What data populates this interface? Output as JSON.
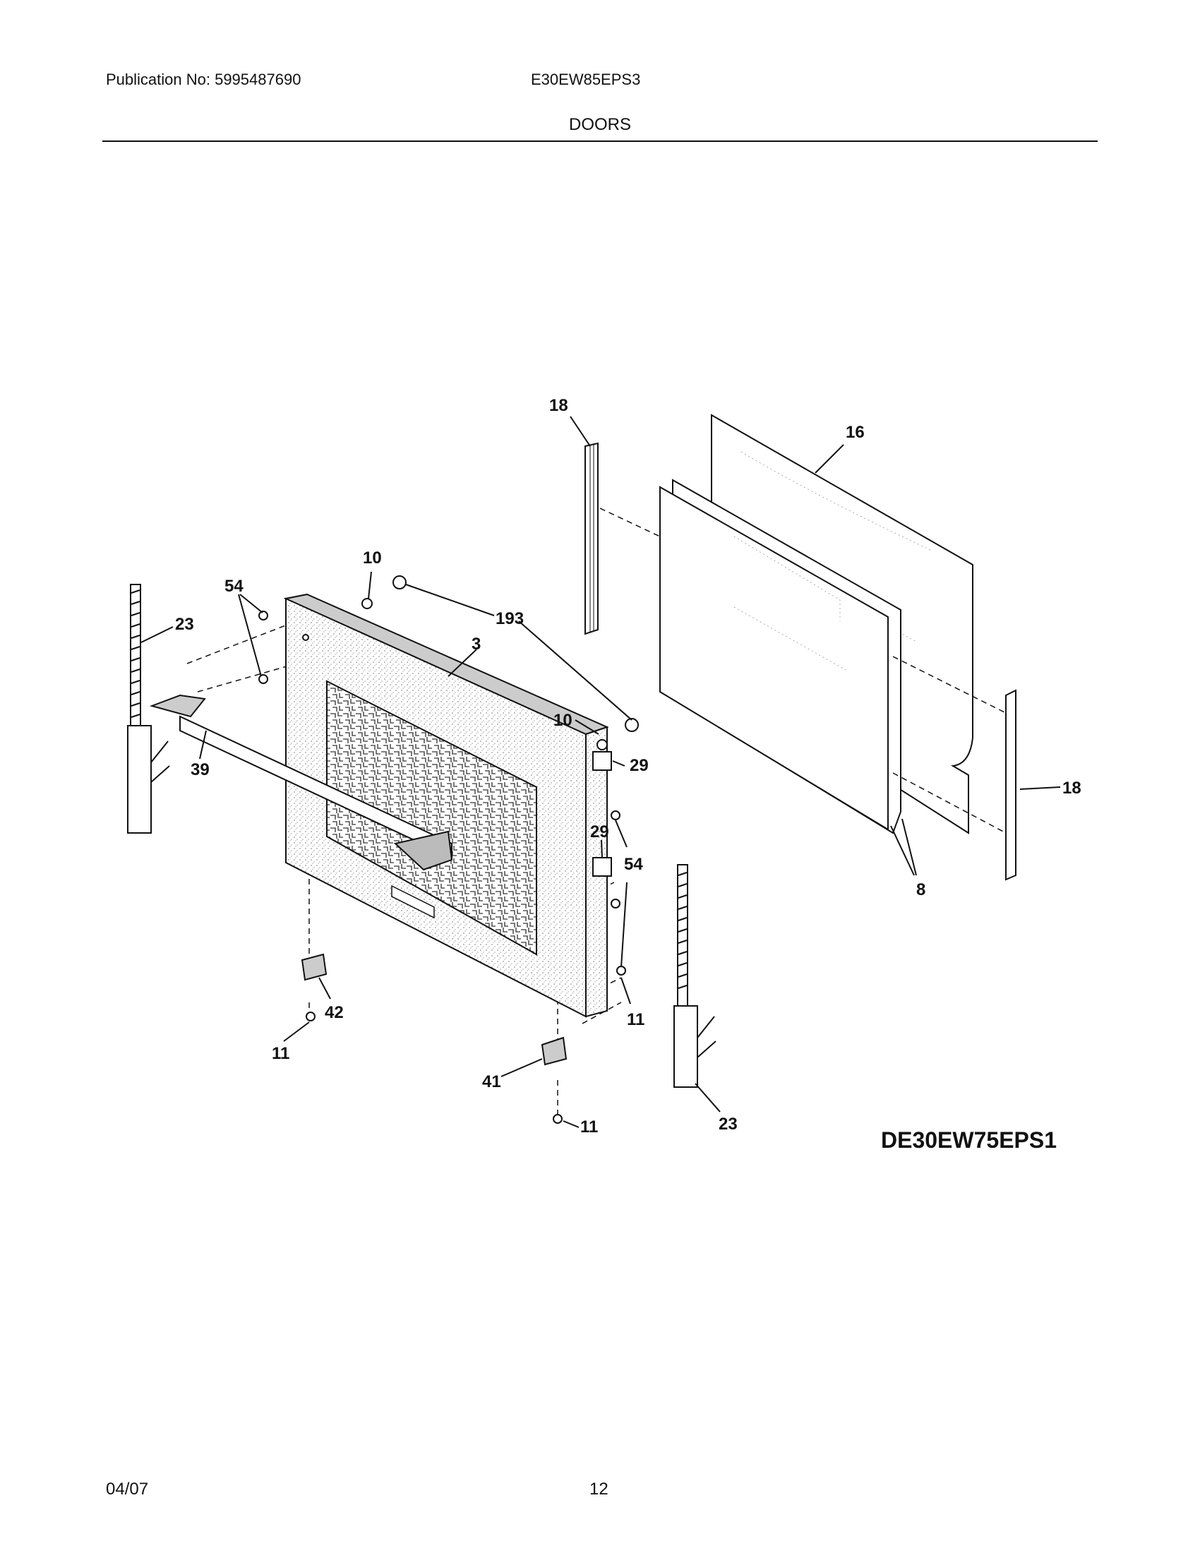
{
  "header": {
    "publication": "Publication No: 5995487690",
    "model": "E30EW85EPS3",
    "section": "DOORS"
  },
  "diagram": {
    "code": "DE30EW75EPS1",
    "callouts": {
      "c18_top": "18",
      "c16": "16",
      "c10_top": "10",
      "c54_top": "54",
      "c23_left": "23",
      "c193": "193",
      "c3": "3",
      "c10_right": "10",
      "c29_top": "29",
      "c39": "39",
      "c18_right": "18",
      "c29_mid": "29",
      "c54_right": "54",
      "c8": "8",
      "c42": "42",
      "c11_right": "11",
      "c11_left": "11",
      "c41": "41",
      "c11_bottom": "11",
      "c23_right": "23"
    }
  },
  "footer": {
    "date": "04/07",
    "page": "12"
  }
}
